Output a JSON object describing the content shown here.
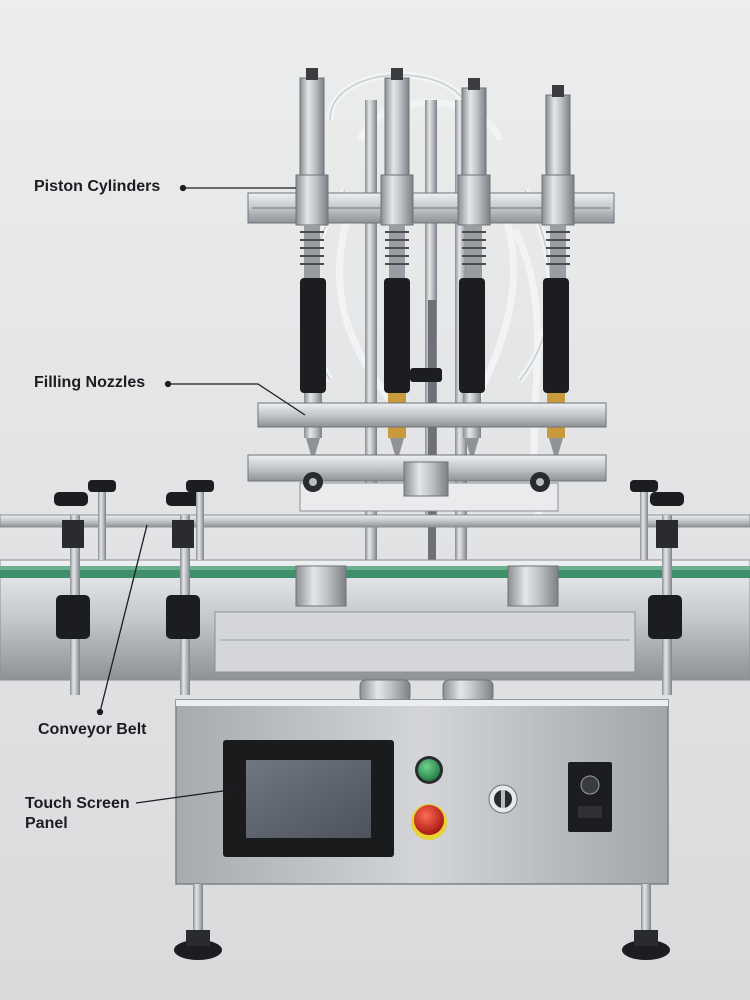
{
  "callouts": {
    "piston_cylinders": "Piston Cylinders",
    "filling_nozzles": "Filling Nozzles",
    "conveyor_belt": "Conveyor Belt",
    "touch_screen_panel": "Touch Screen Panel"
  },
  "colors": {
    "background": "#e7e8ea",
    "stainless": "#b9bcc0",
    "stainless_dark": "#8d9095",
    "belt_green": "#3f8f6a",
    "start_button": "#2fa35a",
    "stop_button": "#d6261c",
    "screen": "#5f6570"
  },
  "machine": {
    "nozzle_count": 4,
    "components": [
      "piston-cylinders",
      "filling-nozzles",
      "conveyor-belt",
      "control-cabinet",
      "touch-screen",
      "start-button",
      "emergency-stop-button",
      "selector-knob",
      "speed-controller",
      "leveling-feet"
    ]
  }
}
